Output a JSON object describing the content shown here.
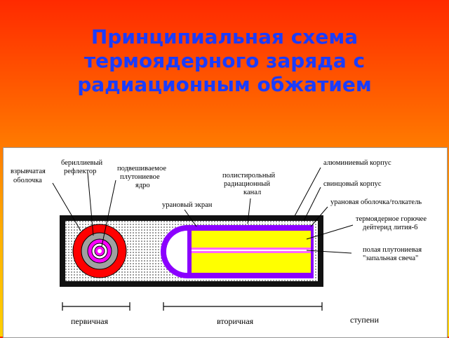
{
  "title": {
    "line1": "Принципиальная схема",
    "line2": "термоядерного заряда с",
    "line3": "радиационным обжатием"
  },
  "labels": {
    "explosive_1": "взрывчатая",
    "explosive_2": "оболочка",
    "beryllium_1": "бериллиевый",
    "beryllium_2": "рефлектор",
    "plutonium_core_1": "подвешиваемое",
    "plutonium_core_2": "плутониевое",
    "plutonium_core_3": "ядро",
    "uranium_screen": "урановый экран",
    "polystyrene_1": "полистирольный",
    "polystyrene_2": "радиационный",
    "polystyrene_3": "канал",
    "aluminum_case": "алюминиевый корпус",
    "lead_case": "свинцовый корпус",
    "uranium_shell": "урановая оболочка/толкатель",
    "fuel_1": "термоядерное горючее",
    "fuel_2": "дейтерид лития-6",
    "spark_plug_1": "полая плутониевая",
    "spark_plug_2": "\"запальная свеча\"",
    "stage_primary": "первичная",
    "stage_secondary": "вторичная",
    "stages": "ступени"
  },
  "colors": {
    "title": "#1a3cff",
    "explosive": "#ff0000",
    "reflector": "#a0a0a0",
    "plutonium": "#ff00ff",
    "uranium": "#8b00ff",
    "fuel": "#ffff00",
    "polystyrene": "#cccccc"
  }
}
